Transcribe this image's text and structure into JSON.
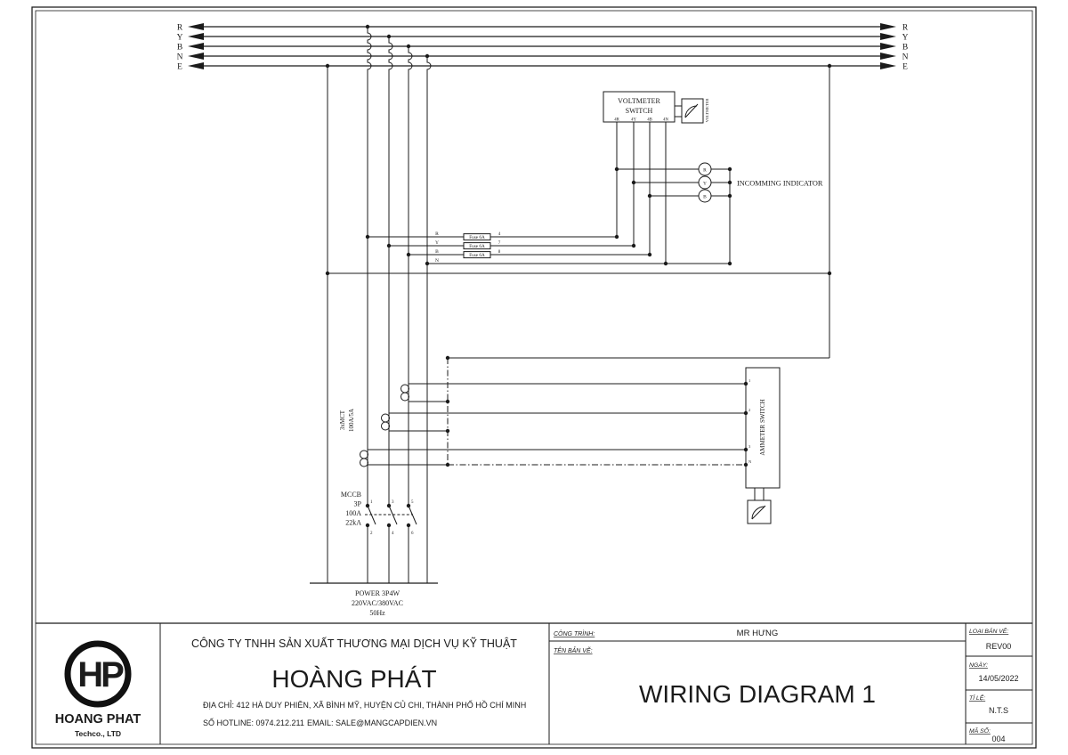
{
  "buses": {
    "left": [
      "R",
      "Y",
      "B",
      "N",
      "E"
    ],
    "right": [
      "R",
      "Y",
      "B",
      "N",
      "E"
    ]
  },
  "voltmeter_switch": {
    "title": "VOLTMETER",
    "subtitle": "SWITCH",
    "terminals": [
      "4R",
      "4Y",
      "4B",
      "4N"
    ],
    "meter_label": "VOLTMETER"
  },
  "incoming_indicator": {
    "label": "INCOMMING INDICATOR",
    "lamps": [
      "R",
      "Y",
      "B"
    ]
  },
  "fuses": {
    "rows": [
      {
        "phase": "R",
        "label": "Fuse 6A",
        "wire": "4"
      },
      {
        "phase": "Y",
        "label": "Fuse 6A",
        "wire": "7"
      },
      {
        "phase": "B",
        "label": "Fuse 6A",
        "wire": "8"
      }
    ],
    "neutral": "N"
  },
  "ct": {
    "line1": "3xMCT",
    "line2": "100A/5A"
  },
  "mccb": {
    "name": "MCCB",
    "poles": "3P",
    "rating": "100A",
    "breaking": "22kA",
    "top_terminals": [
      "1",
      "3",
      "5"
    ],
    "bottom_terminals": [
      "2",
      "4",
      "6"
    ]
  },
  "ammeter_switch": {
    "label": "AMMETER SWITCH",
    "terminals": [
      "1",
      "2",
      "3",
      "N"
    ]
  },
  "power": {
    "line1": "POWER 3P4W",
    "line2": "220VAC/380VAC",
    "line3": "50Hz"
  },
  "title_block": {
    "logo_monogram": "HP",
    "logo_name": "HOANG PHAT",
    "logo_sub": "Techco., LTD",
    "company_type": "CÔNG TY TNHH SẢN XUẤT THƯƠNG MẠI DỊCH VỤ KỸ THUẬT",
    "company_name": "HOÀNG PHÁT",
    "address": "ĐỊA CHỈ: 412 HÀ DUY PHIÊN, XÃ BÌNH MỸ, HUYỆN CỦ CHI, THÀNH PHỐ HỒ CHÍ MINH",
    "hotline": "SỐ HOTLINE: 0974.212.211",
    "email": "EMAIL: SALE@MANGCAPDIEN.VN",
    "project_label": "CÔNG TRÌNH:",
    "project_value": "MR HƯNG",
    "drawing_label": "TÊN BẢN VẼ:",
    "drawing_title": "WIRING DIAGRAM 1",
    "rev_label": "LOẠI BẢN VẼ:",
    "rev_value": "REV00",
    "date_label": "NGÀY:",
    "date_value": "14/05/2022",
    "scale_label": "TỈ LỆ:",
    "scale_value": "N.T.S",
    "code_label": "MÃ SỐ:",
    "code_value": "004"
  }
}
